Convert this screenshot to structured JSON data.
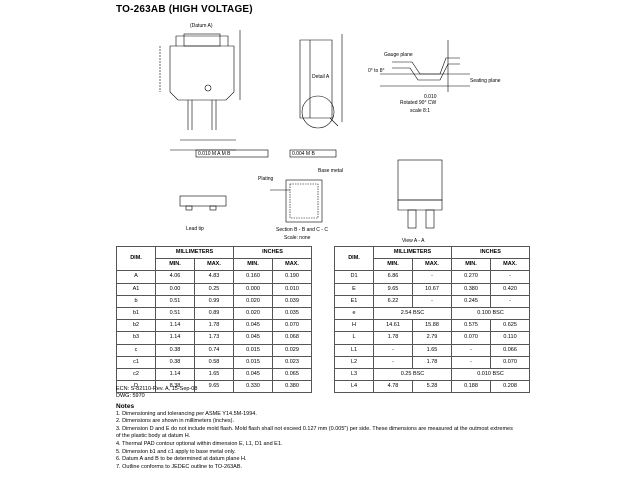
{
  "title": "TO-263AB (HIGH VOLTAGE)",
  "drawing_labels": {
    "datum_a": "(Datum A)",
    "detail_a": "Detail A",
    "gauge_plane": "Gauge plane",
    "seating_plane": "Seating plane",
    "rotated": "Rotated 90° CW",
    "scale": "scale 8:1",
    "plating": "Plating",
    "base_metal": "Base metal",
    "lead_tip": "Lead tip",
    "view_a": "View A - A",
    "section": "Section B - B and C - C",
    "scale_none": "Scale: none",
    "gauge_dim": "0.010",
    "angle": "0° to 8°",
    "tol1": "0.010 M A M B",
    "tol2": "0.004 M B"
  },
  "table1": {
    "dim_header": "DIM.",
    "group_mm": "MILLIMETERS",
    "group_in": "INCHES",
    "cols": [
      "MIN.",
      "MAX.",
      "MIN.",
      "MAX."
    ],
    "rows": [
      [
        "A",
        "4.06",
        "4.83",
        "0.160",
        "0.190"
      ],
      [
        "A1",
        "0.00",
        "0.25",
        "0.000",
        "0.010"
      ],
      [
        "b",
        "0.51",
        "0.99",
        "0.020",
        "0.039"
      ],
      [
        "b1",
        "0.51",
        "0.89",
        "0.020",
        "0.035"
      ],
      [
        "b2",
        "1.14",
        "1.78",
        "0.045",
        "0.070"
      ],
      [
        "b3",
        "1.14",
        "1.73",
        "0.045",
        "0.068"
      ],
      [
        "c",
        "0.38",
        "0.74",
        "0.015",
        "0.029"
      ],
      [
        "c1",
        "0.38",
        "0.58",
        "0.015",
        "0.023"
      ],
      [
        "c2",
        "1.14",
        "1.65",
        "0.045",
        "0.065"
      ],
      [
        "D",
        "8.38",
        "9.65",
        "0.330",
        "0.380"
      ]
    ]
  },
  "table2": {
    "dim_header": "DIM.",
    "group_mm": "MILLIMETERS",
    "group_in": "INCHES",
    "cols": [
      "MIN.",
      "MAX.",
      "MIN.",
      "MAX."
    ],
    "rows": [
      [
        "D1",
        "6.86",
        "-",
        "0.270",
        "-"
      ],
      [
        "E",
        "9.65",
        "10.67",
        "0.380",
        "0.420"
      ],
      [
        "E1",
        "6.22",
        "-",
        "0.245",
        "-"
      ],
      [
        "e",
        "2.54 BSC",
        null,
        "0.100 BSC",
        null
      ],
      [
        "H",
        "14.61",
        "15.88",
        "0.575",
        "0.625"
      ],
      [
        "L",
        "1.78",
        "2.79",
        "0.070",
        "0.110"
      ],
      [
        "L1",
        "-",
        "1.65",
        "-",
        "0.066"
      ],
      [
        "L2",
        "-",
        "1.78",
        "-",
        "0.070"
      ],
      [
        "L3",
        "0.25 BSC",
        null,
        "0.010 BSC",
        null
      ],
      [
        "L4",
        "4.78",
        "5.28",
        "0.188",
        "0.208"
      ]
    ]
  },
  "ecn": [
    "ECN: S-82110-Rev. A, 15-Sep-08",
    "DWG: 5970"
  ],
  "notes_title": "Notes",
  "notes": [
    "1. Dimensioning and tolerancing per ASME Y14.5M-1994.",
    "2. Dimensions are shown in millimeters (inches).",
    "3. Dimension D and E do not include mold flash. Mold flash shall not exceed 0.127 mm (0.005\") per side. These dimensions are measured at the outmost extremes of the plastic body at datum H.",
    "4. Thermal PAD contour optional within dimension E, L1, D1 and E1.",
    "5. Dimension b1 and c1 apply to base metal only.",
    "6. Datum A and B to be determined at datum plane H.",
    "7. Outline conforms to JEDEC outline to TO-263AB."
  ]
}
